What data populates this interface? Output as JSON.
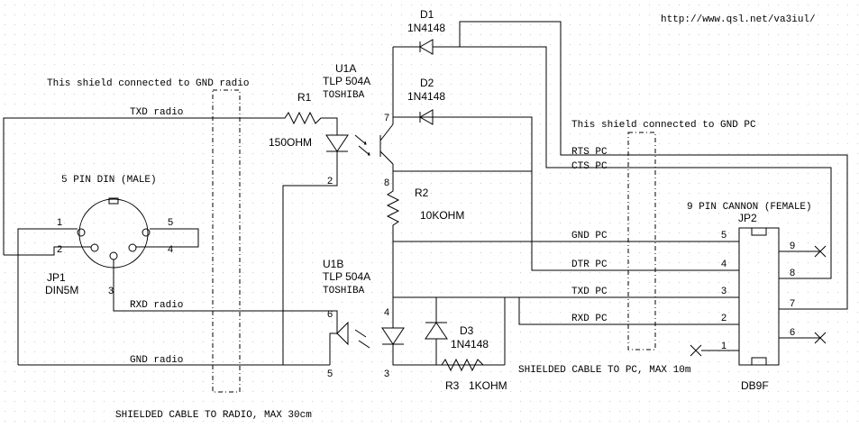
{
  "url": "http://www.qsl.net/va3iul/",
  "shield_radio_note": "This shield connected to GND radio",
  "shield_pc_note": "This shield connected to GND PC",
  "cable_radio_note": "SHIELDED CABLE TO RADIO, MAX 30cm",
  "cable_pc_note": "SHIELDED CABLE TO PC, MAX 10m",
  "din": {
    "title": "5 PIN DIN (MALE)",
    "ref": "JP1",
    "value": "DIN5M",
    "pins": [
      "1",
      "2",
      "3",
      "4",
      "5"
    ]
  },
  "u1a": {
    "ref": "U1A",
    "part": "TLP 504A",
    "brand": "TOSHIBA",
    "pins": [
      "7",
      "2",
      "8"
    ]
  },
  "u1b": {
    "ref": "U1B",
    "part": "TLP 504A",
    "brand": "TOSHIBA",
    "pins": [
      "6",
      "5",
      "4",
      "3"
    ]
  },
  "r1": {
    "ref": "R1",
    "value": "150OHM"
  },
  "r2": {
    "ref": "R2",
    "value": "10KOHM"
  },
  "r3": {
    "ref": "R3",
    "value": "1KOHM"
  },
  "d1": {
    "ref": "D1",
    "value": "1N4148"
  },
  "d2": {
    "ref": "D2",
    "value": "1N4148"
  },
  "d3": {
    "ref": "D3",
    "value": "1N4148"
  },
  "radio_signals": {
    "txd": "TXD radio",
    "rxd": "RXD radio",
    "gnd": "GND radio"
  },
  "pc_signals": {
    "rts": "RTS PC",
    "cts": "CTS PC",
    "gnd": "GND PC",
    "dtr": "DTR PC",
    "txd": "TXD PC",
    "rxd": "RXD PC"
  },
  "db9": {
    "title": "9 PIN CANNON (FEMALE)",
    "ref": "JP2",
    "value": "DB9F",
    "pins": [
      "1",
      "2",
      "3",
      "4",
      "5",
      "6",
      "7",
      "8",
      "9"
    ]
  }
}
